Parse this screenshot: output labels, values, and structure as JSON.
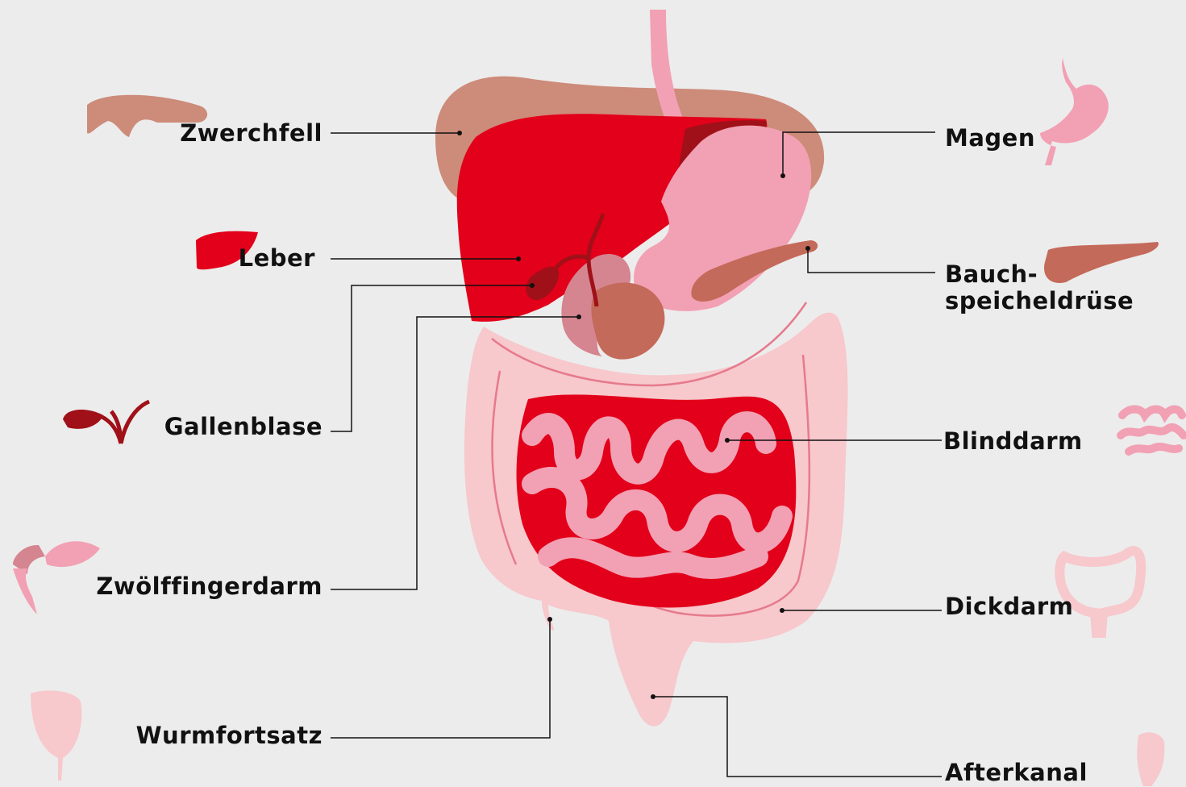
{
  "labels": {
    "zwerchfell": "Zwerchfell",
    "leber": "Leber",
    "gallenblase": "Gallenblase",
    "zwoelffingerdarm": "Zwölffingerdarm",
    "wurmfortsatz": "Wurmfortsatz",
    "magen": "Magen",
    "bauch_line1": "Bauch-",
    "bauch_line2": "speicheldrüse",
    "blinddarm": "Blinddarm",
    "dickdarm": "Dickdarm",
    "afterkanal": "Afterkanal"
  },
  "colors": {
    "background": "#ececec",
    "diaphragm": "#cd8b7a",
    "liver": "#e2001a",
    "liver_dark": "#a01018",
    "stomach": "#f2a0b4",
    "pancreas": "#c46a5a",
    "duodenum": "#d48590",
    "large_intestine": "#f7c8cc",
    "small_intestine": "#f2a0b4",
    "gallbladder": "#a01018",
    "leader_line": "#111111"
  }
}
